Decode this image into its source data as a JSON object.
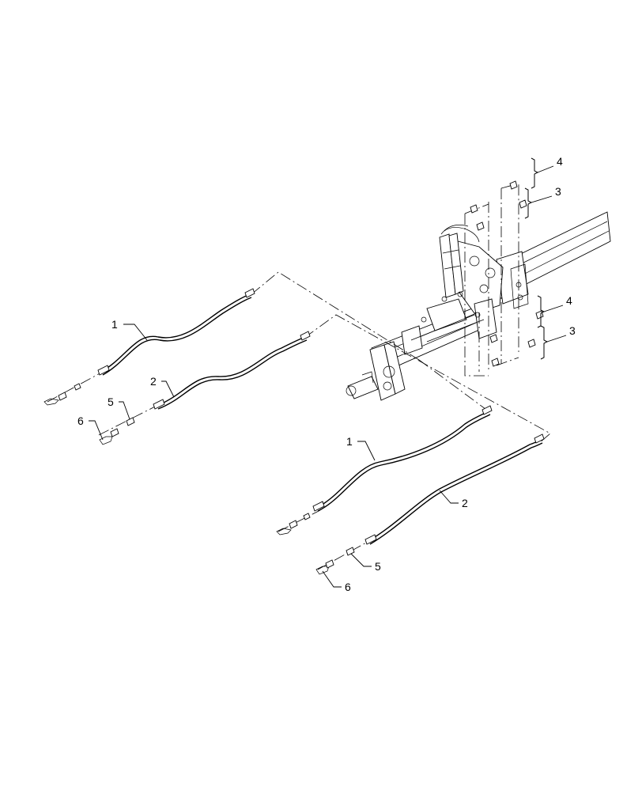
{
  "callouts": {
    "c1_left": "1",
    "c2_left": "2",
    "c5_left": "5",
    "c6_left": "6",
    "c1_right": "1",
    "c2_right": "2",
    "c5_right": "5",
    "c6_right": "6",
    "c4_top": "4",
    "c3_top": "3",
    "c4_mid": "4",
    "c3_mid": "3"
  }
}
